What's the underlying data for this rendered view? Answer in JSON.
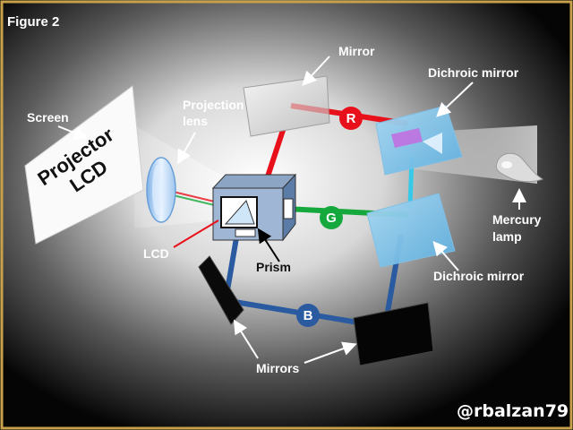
{
  "figure_label": "Figure 2",
  "credit": "@rbalzan79",
  "labels": {
    "mirror": "Mirror",
    "dichroic_top": "Dichroic mirror",
    "dichroic_bottom": "Dichroic mirror",
    "screen": "Screen",
    "projection_lens_line1": "Projection",
    "projection_lens_line2": "lens",
    "lcd": "LCD",
    "prism": "Prism",
    "mercury_lamp_line1": "Mercury",
    "mercury_lamp_line2": "lamp",
    "mirrors": "Mirrors"
  },
  "screen_text": {
    "line1": "Projector",
    "line2": "LCD"
  },
  "beams": {
    "red": {
      "badge": "R",
      "color": "#e8101a"
    },
    "green": {
      "badge": "G",
      "color": "#15a83c"
    },
    "blue": {
      "badge": "B",
      "color": "#2a5aa0"
    }
  },
  "colors": {
    "frame_gold": "#c8a04a",
    "cyan_beam": "#37c9e8"
  }
}
